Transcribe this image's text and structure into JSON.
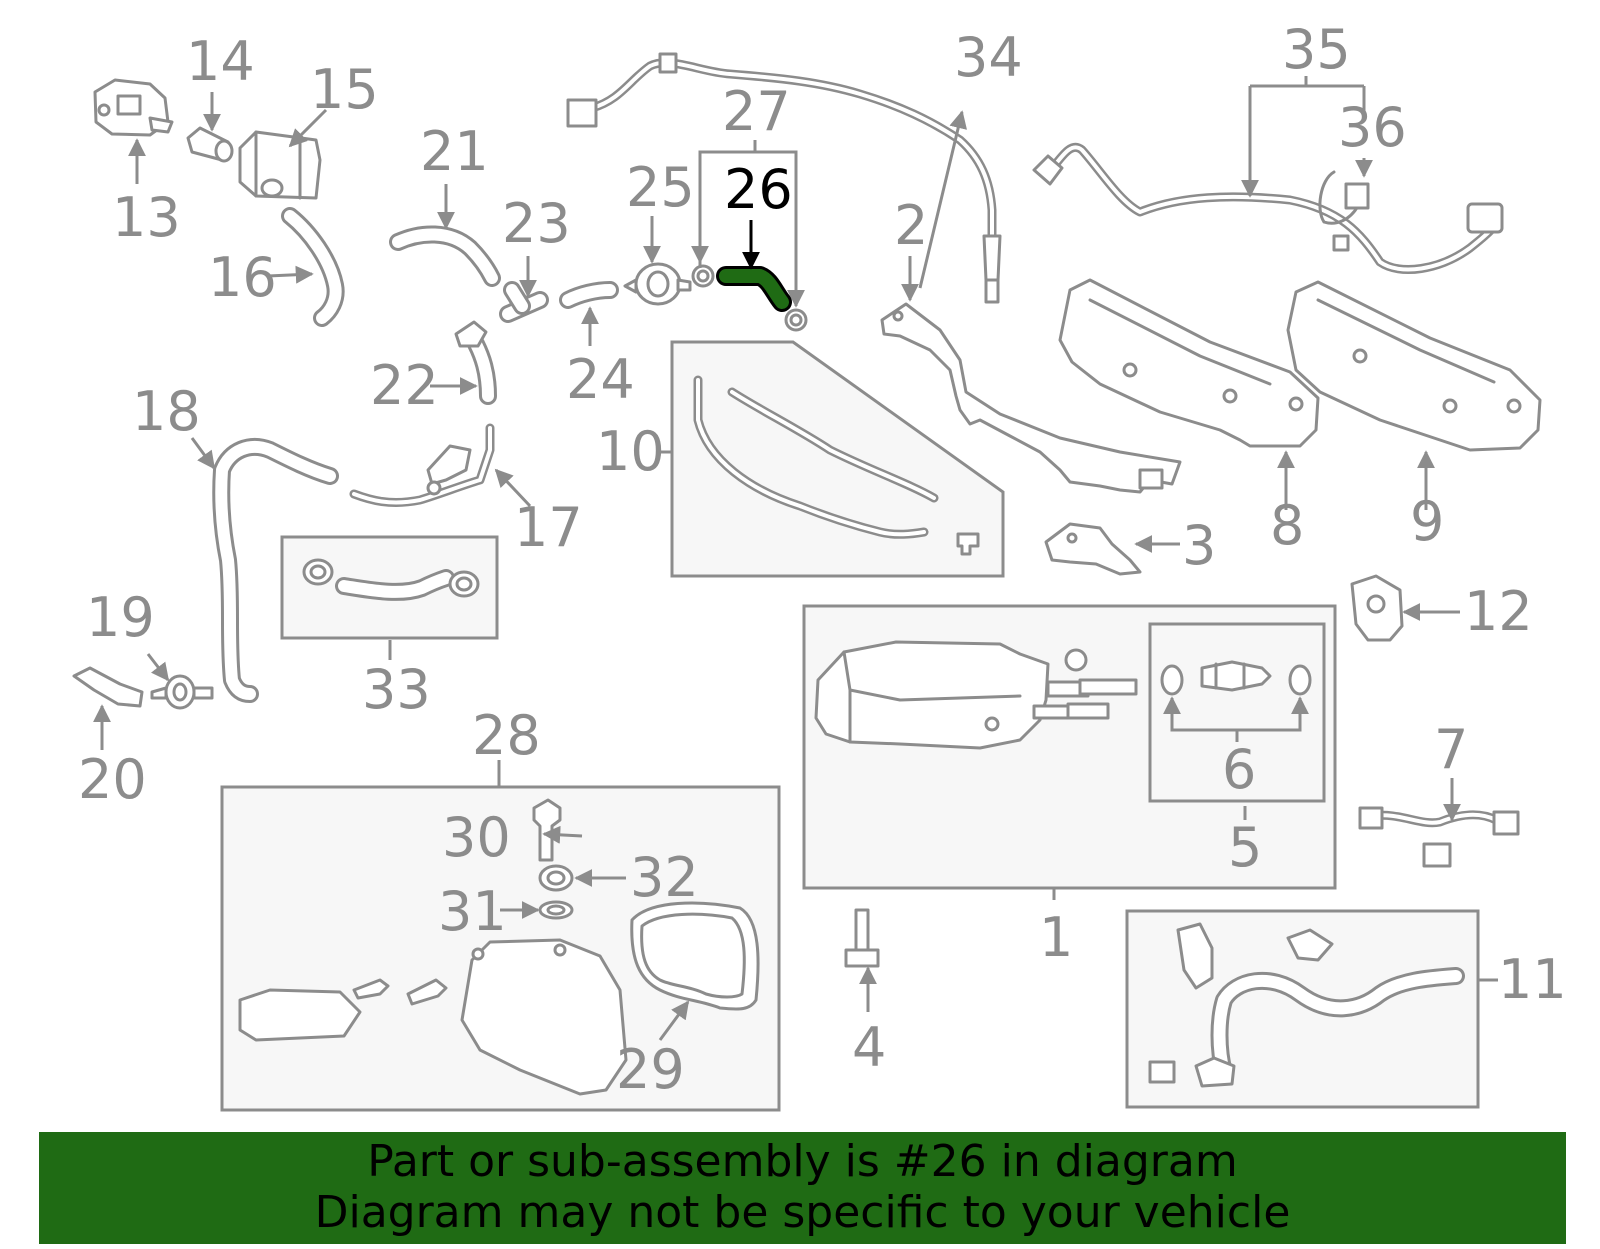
{
  "highlight": {
    "part": "26",
    "color": "#1f6b14"
  },
  "callouts": {
    "c1": "1",
    "c2": "2",
    "c3": "3",
    "c4": "4",
    "c5": "5",
    "c6": "6",
    "c7": "7",
    "c8": "8",
    "c9": "9",
    "c10": "10",
    "c11": "11",
    "c12": "12",
    "c13": "13",
    "c14": "14",
    "c15": "15",
    "c16": "16",
    "c17": "17",
    "c18": "18",
    "c19": "19",
    "c20": "20",
    "c21": "21",
    "c22": "22",
    "c23": "23",
    "c24": "24",
    "c25": "25",
    "c26": "26",
    "c27": "27",
    "c28": "28",
    "c29": "29",
    "c30": "30",
    "c31": "31",
    "c32": "32",
    "c33": "33",
    "c34": "34",
    "c35": "35",
    "c36": "36"
  },
  "banner": {
    "line1": "Part or sub-assembly is #26 in diagram",
    "line2": "Diagram may not be specific to your vehicle"
  }
}
